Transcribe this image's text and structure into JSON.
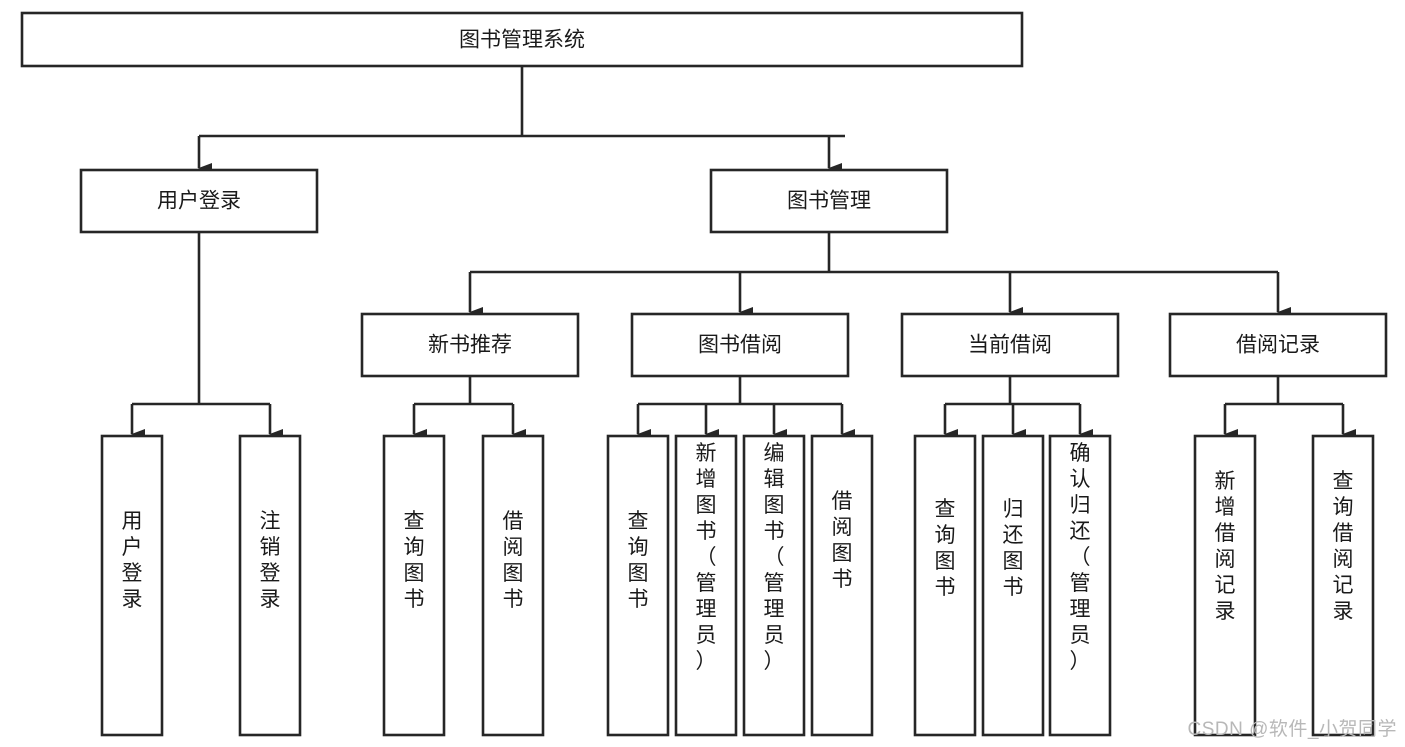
{
  "diagram": {
    "type": "tree",
    "title": "图书管理系统",
    "orientation": "top-down",
    "colors": {
      "box_stroke": "#262626",
      "box_fill": "#ffffff",
      "text": "#1a1a1a",
      "background": "#ffffff",
      "watermark": "#b8b8b8"
    },
    "root": {
      "label": "图书管理系统"
    },
    "level2": [
      {
        "label": "用户登录"
      },
      {
        "label": "图书管理"
      }
    ],
    "level3": [
      {
        "label": "新书推荐"
      },
      {
        "label": "图书借阅"
      },
      {
        "label": "当前借阅"
      },
      {
        "label": "借阅记录"
      }
    ],
    "leaves": {
      "user_login": [
        {
          "label": "用户登录"
        },
        {
          "label": "注销登录"
        }
      ],
      "new_book_recommend": [
        {
          "label": "查询图书"
        },
        {
          "label": "借阅图书"
        }
      ],
      "book_borrow": [
        {
          "label": "查询图书"
        },
        {
          "label": "新增图书（管理员）"
        },
        {
          "label": "编辑图书（管理员）"
        },
        {
          "label": "借阅图书"
        }
      ],
      "current_borrow": [
        {
          "label": "查询图书"
        },
        {
          "label": "归还图书"
        },
        {
          "label": "确认归还（管理员）"
        }
      ],
      "borrow_record": [
        {
          "label": "新增借阅记录"
        },
        {
          "label": "查询借阅记录"
        }
      ]
    }
  },
  "watermark": {
    "text": "CSDN @软件_小贺同学"
  }
}
